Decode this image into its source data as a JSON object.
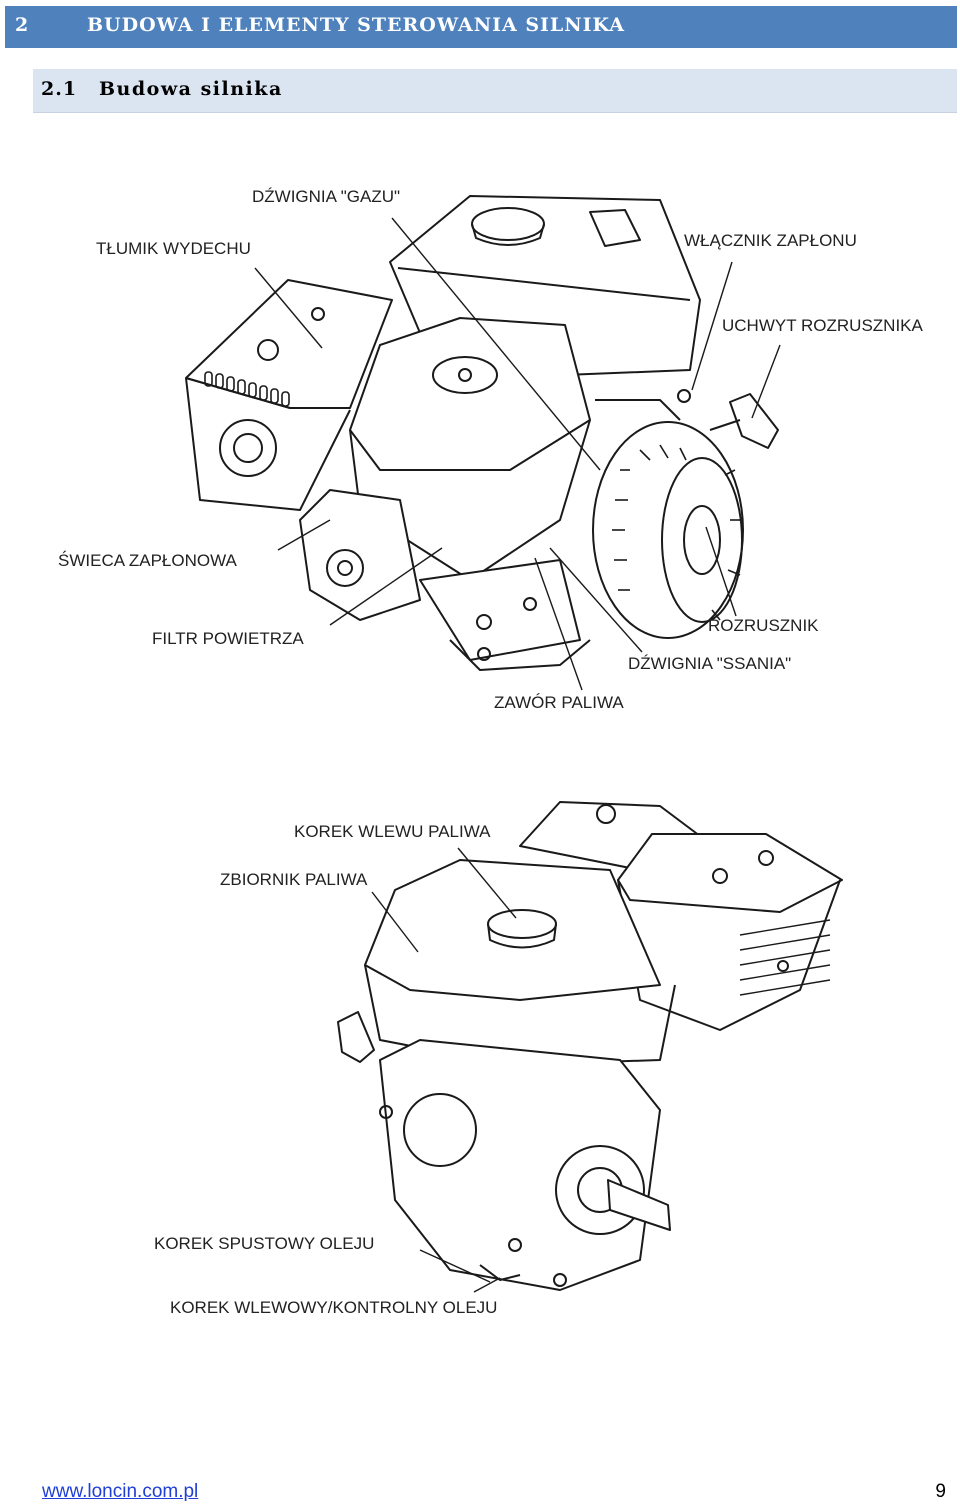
{
  "heading": {
    "number": "2",
    "title": "BUDOWA I ELEMENTY STEROWANIA SILNIKA"
  },
  "subheading": {
    "number": "2.1",
    "title": "Budowa silnika"
  },
  "figure1": {
    "labels": {
      "gas_lever": "DŹWIGNIA \"GAZU\"",
      "muffler": "TŁUMIK WYDECHU",
      "ignition_switch": "WŁĄCZNIK ZAPŁONU",
      "starter_handle": "UCHWYT ROZRUSZNIKA",
      "spark_plug": "ŚWIECA ZAPŁONOWA",
      "air_filter": "FILTR POWIETRZA",
      "starter": "ROZRUSZNIK",
      "choke_lever": "DŹWIGNIA \"SSANIA\"",
      "fuel_valve": "ZAWÓR PALIWA"
    }
  },
  "figure2": {
    "labels": {
      "fuel_cap": "KOREK WLEWU PALIWA",
      "fuel_tank": "ZBIORNIK PALIWA",
      "oil_drain": "KOREK SPUSTOWY OLEJU",
      "oil_filler": "KOREK WLEWOWY/KONTROLNY OLEJU"
    }
  },
  "footer": {
    "url": "www.loncin.com.pl",
    "page": "9"
  }
}
